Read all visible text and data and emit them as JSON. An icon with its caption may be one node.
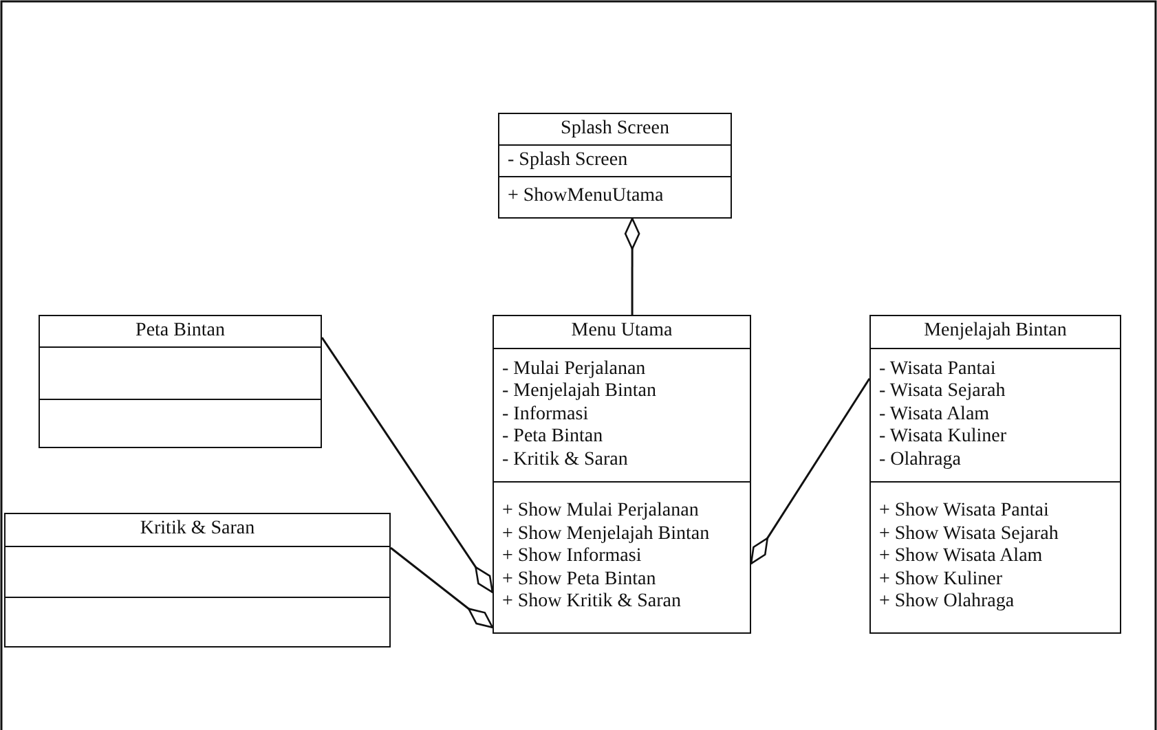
{
  "diagram": {
    "nodes": [
      {
        "text": [
          "Splash Screen"
        ]
      },
      {
        "text": [
          "- Splash Screen"
        ],
        "in": 0
      },
      {
        "text": [
          "+ ShowMenuUtama"
        ],
        "in": 0
      },
      {
        "text": [
          "Menu Utama"
        ]
      },
      {
        "text": [
          "- Mulai Perjalanan",
          "- Menjelajah Bintan",
          "- Informasi",
          "- Peta Bintan",
          "- Kritik & Saran"
        ],
        "in": 3
      },
      {
        "text": [
          "+ Show Mulai Perjalanan",
          "+ Show Menjelajah Bintan",
          "+ Show Informasi",
          "+ Show Peta Bintan",
          "+ Show Kritik & Saran"
        ],
        "in": 3
      },
      {
        "text": [
          "Peta Bintan"
        ]
      },
      {
        "text": [],
        "shape": "box",
        "in": 6
      },
      {
        "text": [],
        "shape": "box",
        "in": 6
      },
      {
        "text": [
          "Kritik & Saran"
        ]
      },
      {
        "text": [],
        "shape": "box",
        "in": 9
      },
      {
        "text": [],
        "shape": "box",
        "in": 9
      },
      {
        "text": [
          "Menjelajah Bintan"
        ]
      },
      {
        "text": [
          "- Wisata Pantai",
          "- Wisata Sejarah",
          "- Wisata Alam",
          "- Wisata Kuliner",
          "- Olahraga"
        ],
        "in": 12
      },
      {
        "text": [
          "+ Show Wisata Pantai",
          "+ Show Wisata Sejarah",
          "+ Show Wisata Alam",
          "+ Show Kuliner",
          "+ Show Olahraga"
        ],
        "in": 12
      }
    ],
    "edges": [
      {
        "from": 3,
        "to": 0,
        "arrow": "other"
      },
      {
        "from": 6,
        "to": 3,
        "arrow": "other"
      },
      {
        "from": 9,
        "to": 3,
        "arrow": "other"
      },
      {
        "from": 12,
        "to": 3,
        "arrow": "other"
      }
    ]
  }
}
